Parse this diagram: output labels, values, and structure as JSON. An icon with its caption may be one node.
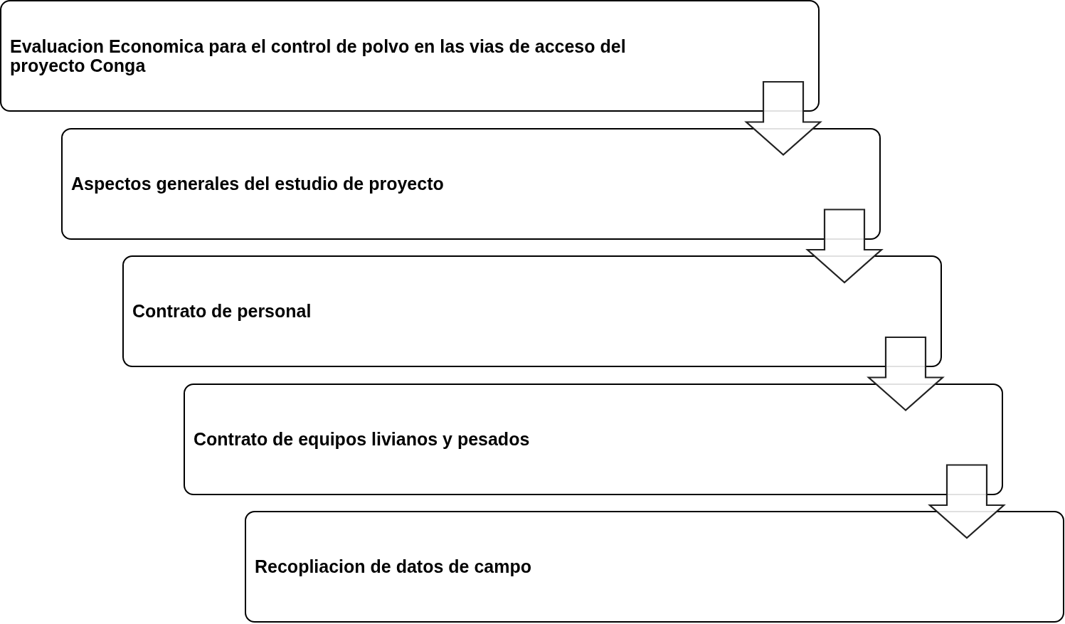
{
  "diagram": {
    "nodes": [
      {
        "text": [
          "Evaluacion Economica para el control de polvo en las vias de acceso del proyecto Conga"
        ]
      },
      {
        "text": [
          "Aspectos generales del estudio de proyecto"
        ]
      },
      {
        "text": [
          "Contrato de personal"
        ]
      },
      {
        "text": [
          "Contrato de equipos livianos y pesados"
        ]
      },
      {
        "text": [
          "Recopliacion de datos de campo"
        ]
      }
    ],
    "edges": [
      {
        "from": 0,
        "to": 1,
        "arrow": "to"
      },
      {
        "from": 1,
        "to": 2,
        "arrow": "to"
      },
      {
        "from": 2,
        "to": 3,
        "arrow": "to"
      },
      {
        "from": 3,
        "to": 4,
        "arrow": "to"
      }
    ]
  }
}
